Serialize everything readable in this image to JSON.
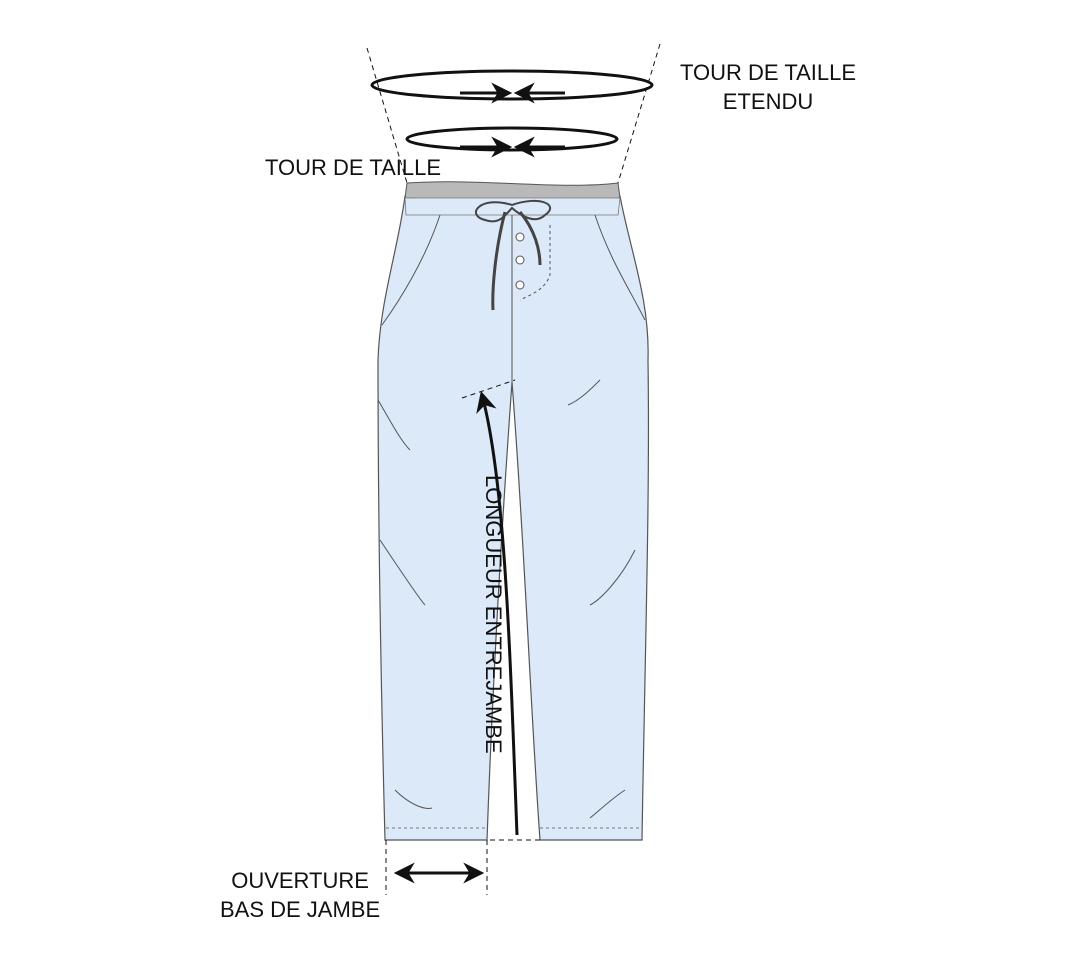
{
  "labels": {
    "waist_extended": [
      "TOUR DE TAILLE",
      "ETENDU"
    ],
    "waist": "TOUR DE TAILLE",
    "inseam": "LONGUEUR ENTREJAMBE",
    "leg_opening": [
      "OUVERTURE",
      "BAS DE JAMBE"
    ]
  },
  "colors": {
    "fabric": "#dce9f9",
    "waistband": "#b9b9b9",
    "stroke": "#333333"
  }
}
